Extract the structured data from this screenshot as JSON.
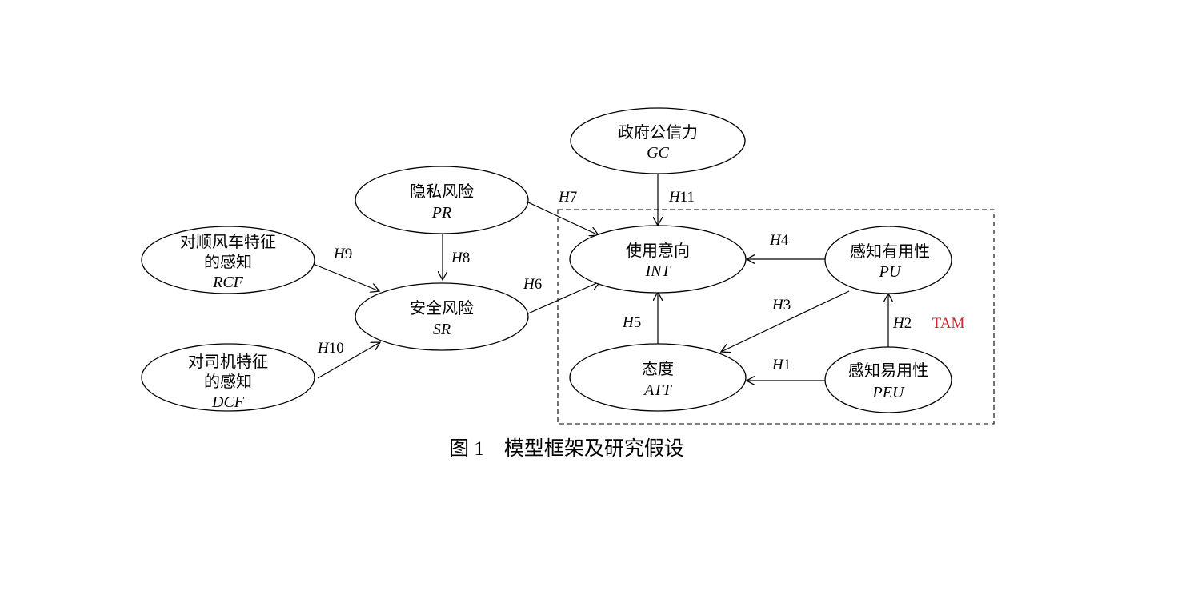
{
  "nodes": {
    "gc": {
      "lines": [
        "政府公信力"
      ],
      "abbr": "GC"
    },
    "pr": {
      "lines": [
        "隐私风险"
      ],
      "abbr": "PR"
    },
    "rcf": {
      "lines": [
        "对顺风车特征",
        "的感知"
      ],
      "abbr": "RCF"
    },
    "sr": {
      "lines": [
        "安全风险"
      ],
      "abbr": "SR"
    },
    "dcf": {
      "lines": [
        "对司机特征",
        "的感知"
      ],
      "abbr": "DCF"
    },
    "int": {
      "lines": [
        "使用意向"
      ],
      "abbr": "INT"
    },
    "pu": {
      "lines": [
        "感知有用性"
      ],
      "abbr": "PU"
    },
    "att": {
      "lines": [
        "态度"
      ],
      "abbr": "ATT"
    },
    "peu": {
      "lines": [
        "感知易用性"
      ],
      "abbr": "PEU"
    }
  },
  "hypotheses": {
    "h1": {
      "prefix": "H",
      "number": "1"
    },
    "h2": {
      "prefix": "H",
      "number": "2"
    },
    "h3": {
      "prefix": "H",
      "number": "3"
    },
    "h4": {
      "prefix": "H",
      "number": "4"
    },
    "h5": {
      "prefix": "H",
      "number": "5"
    },
    "h6": {
      "prefix": "H",
      "number": "6"
    },
    "h7": {
      "prefix": "H",
      "number": "7"
    },
    "h8": {
      "prefix": "H",
      "number": "8"
    },
    "h9": {
      "prefix": "H",
      "number": "9"
    },
    "h10": {
      "prefix": "H",
      "number": "10"
    },
    "h11": {
      "prefix": "H",
      "number": "11"
    }
  },
  "tam_group": {
    "label": "TAM",
    "label_color": "#d0262b"
  },
  "caption": "图 1　模型框架及研究假设",
  "colors": {
    "stroke": "#000000",
    "background": "#ffffff"
  }
}
